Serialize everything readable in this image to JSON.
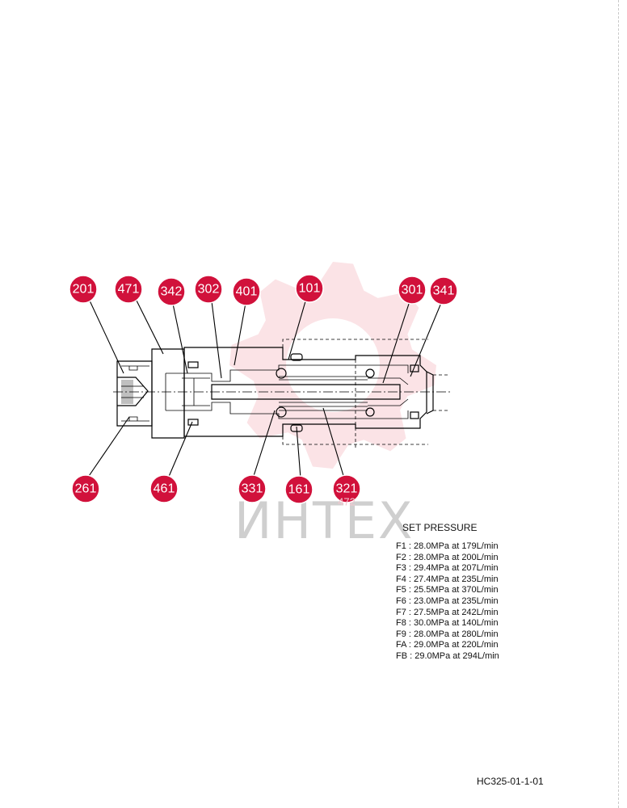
{
  "colors": {
    "accent": "#d1113b",
    "watermark_gear": "#fbe3e6"
  },
  "watermark": {
    "text": "ИНТЕХ"
  },
  "callouts": [
    {
      "label": "201"
    },
    {
      "label": "471"
    },
    {
      "label": "342"
    },
    {
      "label": "302"
    },
    {
      "label": "401"
    },
    {
      "label": "101"
    },
    {
      "label": "301"
    },
    {
      "label": "341"
    },
    {
      "label": "261"
    },
    {
      "label": "461"
    },
    {
      "label": "331"
    },
    {
      "label": "161"
    },
    {
      "label": "321"
    }
  ],
  "callout_extra_label": "472",
  "set_pressure": {
    "title": "SET PRESSURE",
    "rows": [
      {
        "text": "F1 : 28.0MPa  at  179L/min"
      },
      {
        "text": "F2 : 28.0MPa  at  200L/min"
      },
      {
        "text": "F3 : 29.4MPa  at  207L/min"
      },
      {
        "text": "F4 : 27.4MPa  at  235L/min"
      },
      {
        "text": "F5 : 25.5MPa  at  370L/min"
      },
      {
        "text": "F6 : 23.0MPa  at  235L/min"
      },
      {
        "text": "F7 : 27.5MPa  at  242L/min"
      },
      {
        "text": "F8 : 30.0MPa  at  140L/min"
      },
      {
        "text": "F9 : 28.0MPa  at  280L/min"
      },
      {
        "text": "FA : 29.0MPa  at  220L/min"
      },
      {
        "text": "FB : 29.0MPa  at  294L/min"
      }
    ]
  },
  "drawing_code": "HC325-01-1-01"
}
